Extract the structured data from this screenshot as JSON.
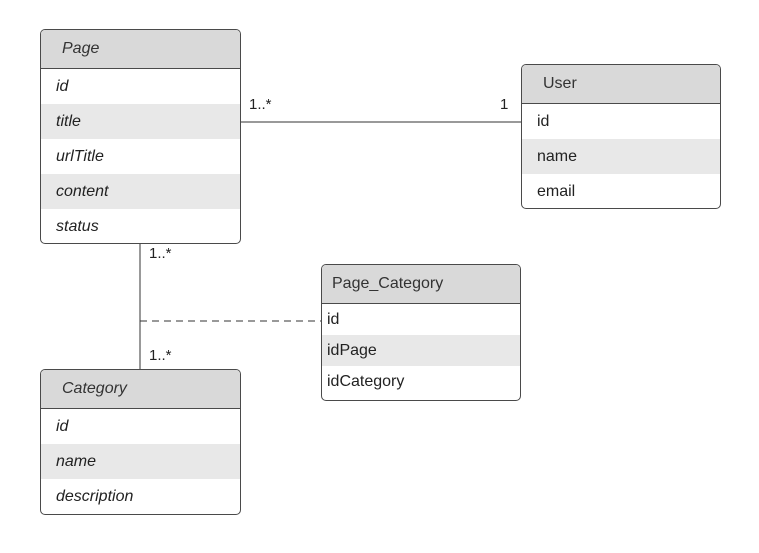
{
  "entities": {
    "page": {
      "name": "Page",
      "fields": [
        "id",
        "title",
        "urlTitle",
        "content",
        "status"
      ]
    },
    "user": {
      "name": "User",
      "fields": [
        "id",
        "name",
        "email"
      ]
    },
    "page_category": {
      "name": "Page_Category",
      "fields": [
        "id",
        "idPage",
        "idCategory"
      ]
    },
    "category": {
      "name": "Category",
      "fields": [
        "id",
        "name",
        "description"
      ]
    }
  },
  "relations": {
    "page_user": {
      "page_multiplicity": "1..*",
      "user_multiplicity": "1"
    },
    "page_category": {
      "page_multiplicity": "1..*",
      "category_multiplicity": "1..*"
    }
  }
}
